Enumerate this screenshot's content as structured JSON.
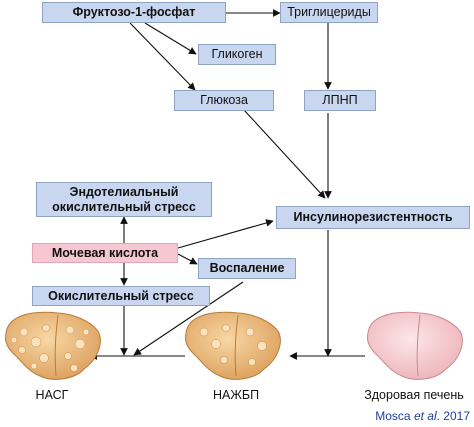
{
  "nodes": {
    "fructose": "Фруктозо-1-фосфат",
    "triglycerides": "Триглицериды",
    "glycogen": "Гликоген",
    "glucose": "Глюкоза",
    "ldl": "ЛПНП",
    "endothelial_l1": "Эндотелиальный",
    "endothelial_l2": "окислительный стресс",
    "uric_acid": "Мочевая кислота",
    "insulin_resistance": "Инсулинорезистентность",
    "inflammation": "Воспаление",
    "oxidative_stress": "Окислительный стресс"
  },
  "livers": {
    "nash": "НАСГ",
    "nafld": "НАЖБП",
    "healthy": "Здоровая печень"
  },
  "citation": {
    "author": "Mosca ",
    "etal": "et al",
    "year": ". 2017"
  },
  "colors": {
    "box_blue": "#c9d6ef",
    "box_pink": "#f6c7d3",
    "fatty_liver": "#f0c28a",
    "healthy_liver": "#f8d3d6",
    "citation": "#1a3fa5"
  }
}
